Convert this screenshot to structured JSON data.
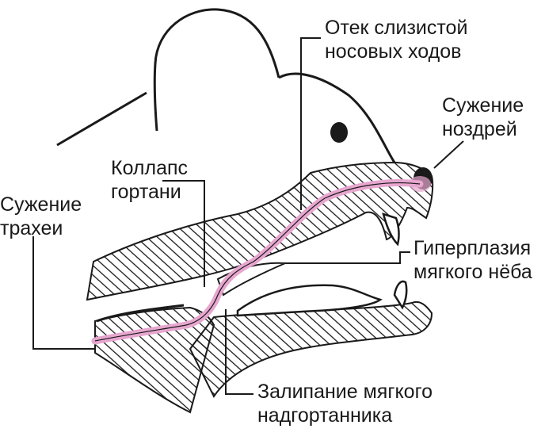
{
  "labels": {
    "mucosa_edema": {
      "line1": "Отек слизистой",
      "line2": "носовых ходов"
    },
    "nostril_narrowing": {
      "line1": "Сужение",
      "line2": "ноздрей"
    },
    "larynx_collapse": {
      "line1": "Коллапс",
      "line2": "гортани"
    },
    "trachea_narrowing": {
      "line1": "Сужение",
      "line2": "трахеи"
    },
    "soft_palate_hyperplasia": {
      "line1": "Гиперплазия",
      "line2": "мягкого нёба"
    },
    "epiglottis_entrapment": {
      "line1": "Залипание мягкого",
      "line2": "надгортанника"
    }
  },
  "colors": {
    "airway": "#e7a6cf",
    "ink": "#1a1a1a",
    "nose": "#c2185b"
  }
}
